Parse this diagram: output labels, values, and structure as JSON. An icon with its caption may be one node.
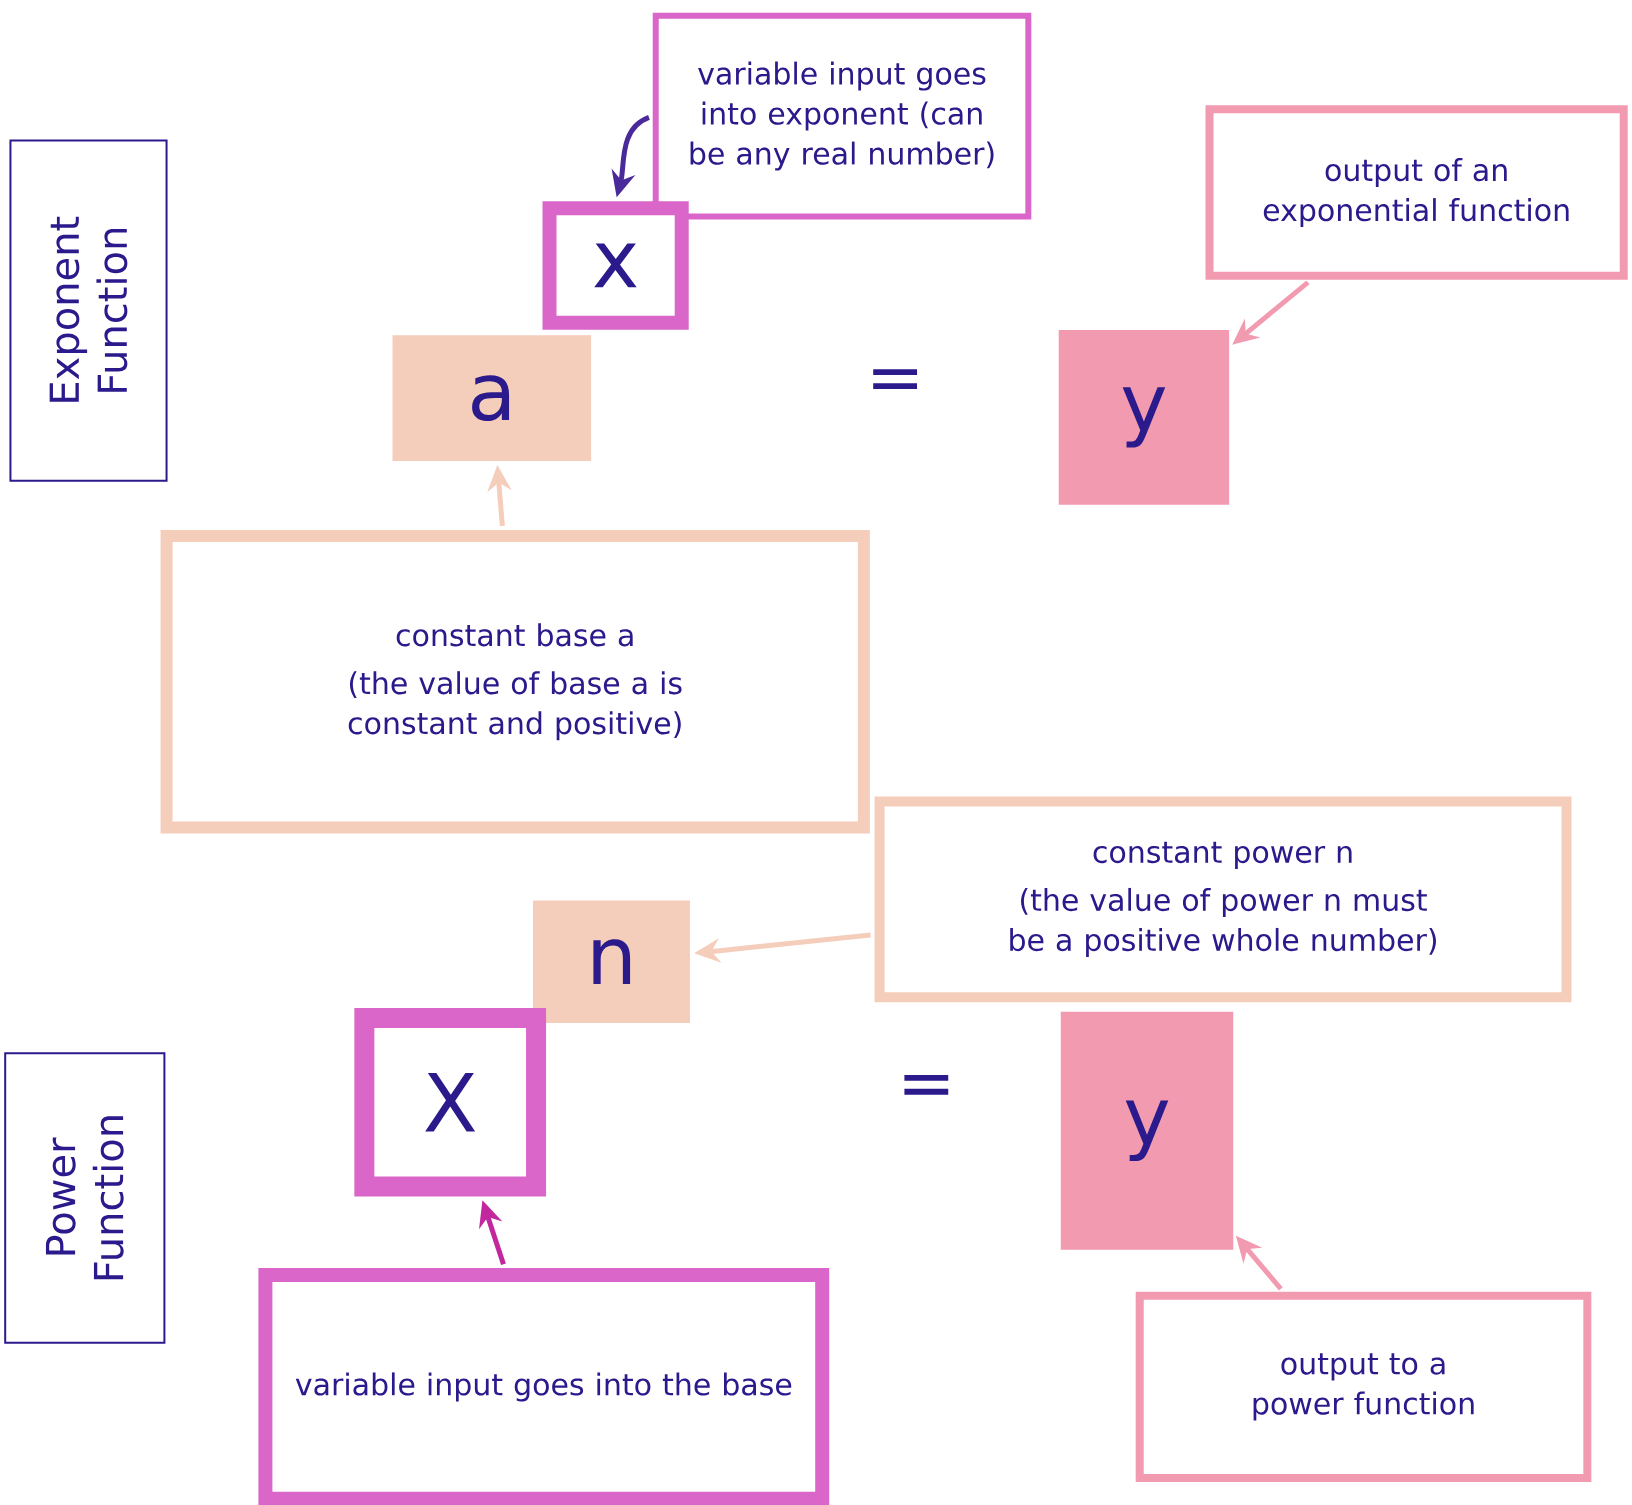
{
  "diagram": {
    "nodes": [
      {
        "text": [
          "Exponent Function"
        ]
      },
      {
        "text": [
          "variable input goes into exponent (can be any real number)"
        ]
      },
      {
        "text": [
          "x"
        ]
      },
      {
        "text": [
          "a"
        ]
      },
      {
        "text": [
          "y"
        ]
      },
      {
        "text": [
          "output of an exponential function"
        ]
      },
      {
        "text": [
          "constant base a",
          "(the value of base a is constant and positive)"
        ]
      },
      {
        "text": [
          "constant power n",
          "(the value of power n must be a positive whole number)"
        ]
      },
      {
        "text": [
          "n"
        ]
      },
      {
        "text": [
          "X"
        ]
      },
      {
        "text": [
          "y"
        ]
      },
      {
        "text": [
          "Power Function"
        ]
      },
      {
        "text": [
          "variable input goes into the base"
        ]
      },
      {
        "text": [
          "output to a power function"
        ]
      }
    ],
    "edges": [
      {
        "from": 1,
        "to": 2,
        "arrow": "to",
        "color": "#4a2a9a"
      },
      {
        "from": 5,
        "to": 4,
        "arrow": "to",
        "color": "#f29ab0"
      },
      {
        "from": 6,
        "to": 3,
        "arrow": "to",
        "color": "#f5cdbb"
      },
      {
        "from": 7,
        "to": 8,
        "arrow": "to",
        "color": "#f5cdbb"
      },
      {
        "from": 12,
        "to": 9,
        "arrow": "to",
        "color": "#c2279e"
      },
      {
        "from": 13,
        "to": 10,
        "arrow": "to",
        "color": "#f29ab0"
      }
    ],
    "labels": [
      "=",
      "="
    ]
  }
}
